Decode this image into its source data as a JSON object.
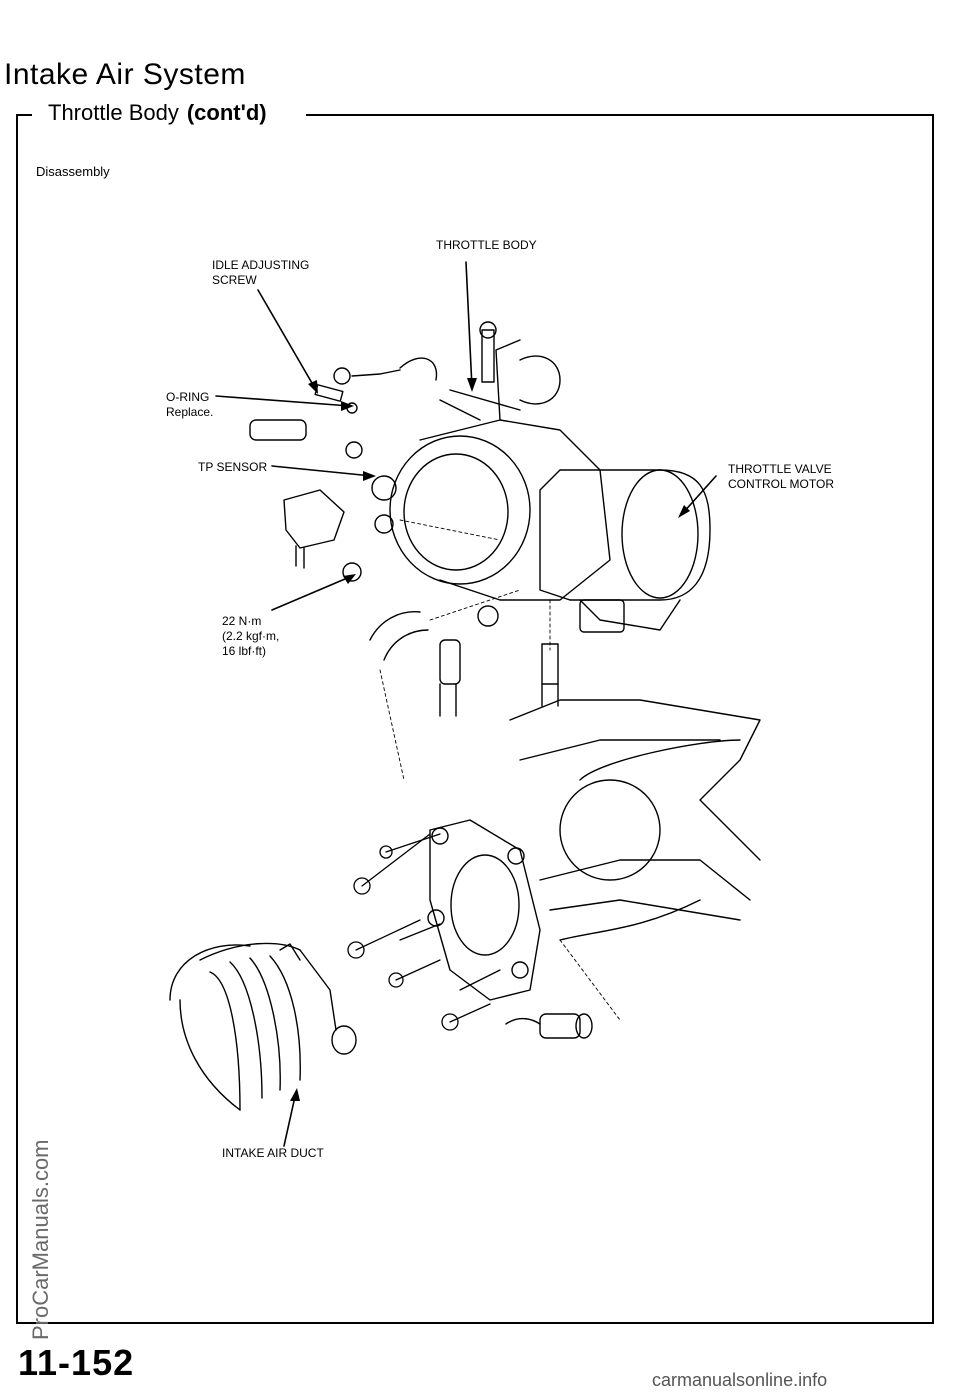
{
  "header": {
    "section_title": "Intake Air System",
    "subtitle": "Throttle Body",
    "subtitle_suffix": "(cont'd)"
  },
  "diagram": {
    "heading": "Disassembly",
    "labels": {
      "throttle_body": "THROTTLE BODY",
      "idle_adjusting_screw": "IDLE ADJUSTING\nSCREW",
      "o_ring": "O-RING\nReplace.",
      "tp_sensor": "TP SENSOR",
      "throttle_valve_control_motor": "THROTTLE VALVE\nCONTROL MOTOR",
      "torque_spec": "22 N·m\n(2.2 kgf·m,\n16 lbf·ft)",
      "intake_air_duct": "INTAKE AIR DUCT"
    }
  },
  "footer": {
    "page_number": "11-152",
    "watermark": "ProCarManuals.com",
    "site": "carmanualsonline.info"
  }
}
